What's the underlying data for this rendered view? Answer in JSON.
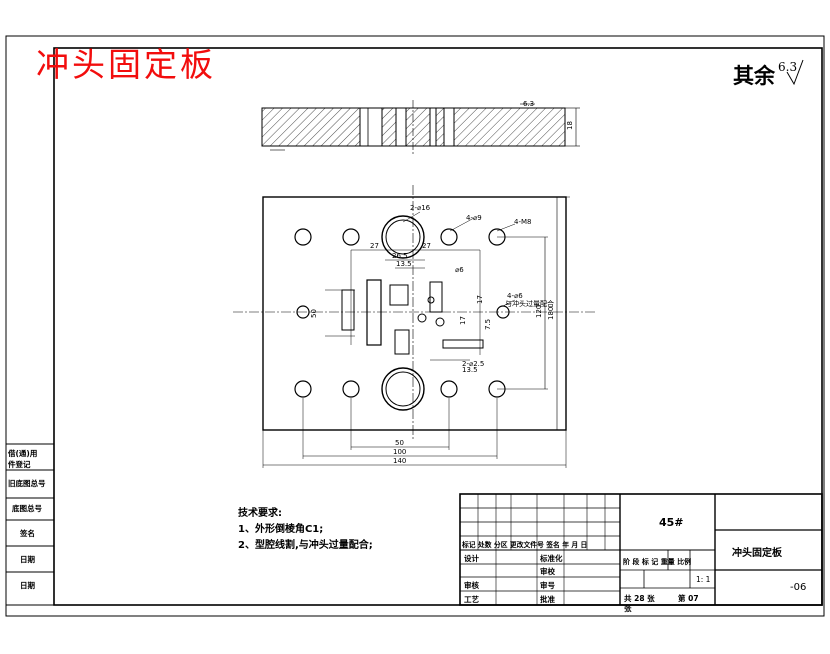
{
  "title_red": "冲头固定板",
  "roughness": {
    "label": "其余",
    "value": "6.3"
  },
  "requirements": {
    "heading": "技术要求:",
    "item1": "1、外形倒棱角C1;",
    "item2": "2、型腔线割,与冲头过量配合;"
  },
  "title_block": {
    "material": "45#",
    "part_name": "冲头固定板",
    "drawing_no": "-06",
    "scale": "1: 1",
    "row_headers": "标记 处数 分区 更改文件号 签名 年 月 日",
    "design": "设计",
    "standardize": "标准化",
    "review": "审核",
    "process": "工艺",
    "check": "审校",
    "approve": "批准",
    "approval": "审号",
    "stage_header": "阶 段 标 记   重量  比例",
    "sheets": "共 28  张",
    "sheet_no": "第 07",
    "sheet_suffix": "张"
  },
  "side_block": {
    "used_on": "借(通)用",
    "used_on2": "件登记",
    "old_base": "旧底图总号",
    "base_no": "底图总号",
    "sign": "签名",
    "date1": "日期",
    "date2": "日期"
  },
  "dims": {
    "d50": "50",
    "d100": "100",
    "d140": "140",
    "d27a": "27",
    "d27b": "27",
    "d26": "26.5",
    "d13a": "13.5",
    "d13b": "13.5",
    "d120": "120",
    "d180": "180",
    "d18": "18",
    "holes_big": "2-⌀16",
    "holes_m8": "4-M8",
    "holes_9": "4-⌀9",
    "holes_6": "4-⌀6",
    "note_fit": "与冲头过量配合",
    "d6": "⌀6",
    "d2_5": "2-⌀2.5",
    "d17a": "17",
    "d17b": "17",
    "d7_5": "7.5",
    "d6_3": "6.3",
    "d50v": "50"
  }
}
